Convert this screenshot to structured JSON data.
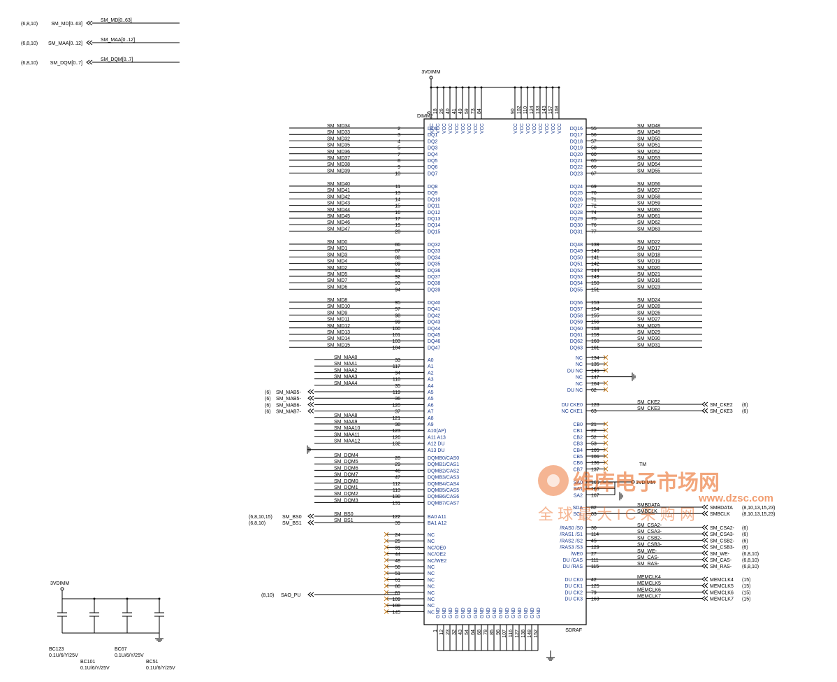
{
  "buses": [
    {
      "ref": "(6,8,10)",
      "name": "SM_MD[0..63]",
      "label": "SM_MD[0..63]"
    },
    {
      "ref": "(6,8,10)",
      "name": "SM_MAA[0..12]",
      "label": "SM_MAA[0..12]"
    },
    {
      "ref": "(6,8,10)",
      "name": "SM_DQM[0..7]",
      "label": "SM_DQM[0..7]"
    }
  ],
  "power_net": "3VDIMM",
  "chip": {
    "ref": "DIMM2",
    "type": "SDRAF"
  },
  "vcc_top": [
    {
      "pin": "6",
      "label": "VCC"
    },
    {
      "pin": "18",
      "label": "VCC"
    },
    {
      "pin": "26",
      "label": "VCC"
    },
    {
      "pin": "40",
      "label": "VCC"
    },
    {
      "pin": "41",
      "label": "VCC"
    },
    {
      "pin": "49",
      "label": "VCC"
    },
    {
      "pin": "59",
      "label": "VCC"
    },
    {
      "pin": "73",
      "label": "VCC"
    },
    {
      "pin": "84",
      "label": "VCC"
    },
    {
      "pin": "90",
      "label": "VCC"
    },
    {
      "pin": "102",
      "label": "VCC"
    },
    {
      "pin": "110",
      "label": "VCC"
    },
    {
      "pin": "124",
      "label": "VCC"
    },
    {
      "pin": "133",
      "label": "VCC"
    },
    {
      "pin": "143",
      "label": "VCC"
    },
    {
      "pin": "157",
      "label": "VCC"
    },
    {
      "pin": "168",
      "label": "VCC"
    }
  ],
  "gnd_bottom": [
    {
      "pin": "1",
      "label": "GND"
    },
    {
      "pin": "12",
      "label": "GND"
    },
    {
      "pin": "23",
      "label": "GND"
    },
    {
      "pin": "32",
      "label": "GND"
    },
    {
      "pin": "43",
      "label": "GND"
    },
    {
      "pin": "54",
      "label": "GND"
    },
    {
      "pin": "64",
      "label": "GND"
    },
    {
      "pin": "68",
      "label": "GND"
    },
    {
      "pin": "78",
      "label": "GND"
    },
    {
      "pin": "85",
      "label": "GND"
    },
    {
      "pin": "96",
      "label": "GND"
    },
    {
      "pin": "107",
      "label": "GND"
    },
    {
      "pin": "116",
      "label": "GND"
    },
    {
      "pin": "127",
      "label": "GND"
    },
    {
      "pin": "138",
      "label": "GND"
    },
    {
      "pin": "148",
      "label": "GND"
    },
    {
      "pin": "152",
      "label": "GND"
    }
  ],
  "left_groups": [
    [
      {
        "net": "SM_MD34",
        "pin": "2",
        "label": "DQ0"
      },
      {
        "net": "SM_MD33",
        "pin": "3",
        "label": "DQ1"
      },
      {
        "net": "SM_MD32",
        "pin": "4",
        "label": "DQ2"
      },
      {
        "net": "SM_MD35",
        "pin": "5",
        "label": "DQ3"
      },
      {
        "net": "SM_MD36",
        "pin": "7",
        "label": "DQ4"
      },
      {
        "net": "SM_MD37",
        "pin": "8",
        "label": "DQ5"
      },
      {
        "net": "SM_MD38",
        "pin": "9",
        "label": "DQ6"
      },
      {
        "net": "SM_MD39",
        "pin": "10",
        "label": "DQ7"
      }
    ],
    [
      {
        "net": "SM_MD40",
        "pin": "11",
        "label": "DQ8"
      },
      {
        "net": "SM_MD41",
        "pin": "13",
        "label": "DQ9"
      },
      {
        "net": "SM_MD42",
        "pin": "14",
        "label": "DQ10"
      },
      {
        "net": "SM_MD43",
        "pin": "15",
        "label": "DQ11"
      },
      {
        "net": "SM_MD44",
        "pin": "16",
        "label": "DQ12"
      },
      {
        "net": "SM_MD45",
        "pin": "17",
        "label": "DQ13"
      },
      {
        "net": "SM_MD46",
        "pin": "19",
        "label": "DQ14"
      },
      {
        "net": "SM_MD47",
        "pin": "20",
        "label": "DQ15"
      }
    ],
    [
      {
        "net": "SM_MD0",
        "pin": "86",
        "label": "DQ32"
      },
      {
        "net": "SM_MD1",
        "pin": "87",
        "label": "DQ33"
      },
      {
        "net": "SM_MD3",
        "pin": "88",
        "label": "DQ34"
      },
      {
        "net": "SM_MD4",
        "pin": "89",
        "label": "DQ35"
      },
      {
        "net": "SM_MD2",
        "pin": "91",
        "label": "DQ36"
      },
      {
        "net": "SM_MD5",
        "pin": "92",
        "label": "DQ37"
      },
      {
        "net": "SM_MD7",
        "pin": "93",
        "label": "DQ38"
      },
      {
        "net": "SM_MD6",
        "pin": "94",
        "label": "DQ39"
      }
    ],
    [
      {
        "net": "SM_MD8",
        "pin": "95",
        "label": "DQ40"
      },
      {
        "net": "SM_MD10",
        "pin": "97",
        "label": "DQ41"
      },
      {
        "net": "SM_MD9",
        "pin": "98",
        "label": "DQ42"
      },
      {
        "net": "SM_MD11",
        "pin": "99",
        "label": "DQ43"
      },
      {
        "net": "SM_MD12",
        "pin": "100",
        "label": "DQ44"
      },
      {
        "net": "SM_MD13",
        "pin": "101",
        "label": "DQ45"
      },
      {
        "net": "SM_MD14",
        "pin": "103",
        "label": "DQ46"
      },
      {
        "net": "SM_MD15",
        "pin": "104",
        "label": "DQ47"
      }
    ]
  ],
  "addr_pins": [
    {
      "ref": "",
      "net": "SM_MAA0",
      "pin": "33",
      "label": "A0"
    },
    {
      "ref": "",
      "net": "SM_MAA1",
      "pin": "117",
      "label": "A1"
    },
    {
      "ref": "",
      "net": "SM_MAA2",
      "pin": "34",
      "label": "A2"
    },
    {
      "ref": "",
      "net": "SM_MAA3",
      "pin": "118",
      "label": "A3"
    },
    {
      "ref": "",
      "net": "SM_MAA4",
      "pin": "35",
      "label": "A4"
    },
    {
      "ref": "(6)",
      "net": "SM_MAB5-",
      "pin": "119",
      "label": "A5"
    },
    {
      "ref": "(6)",
      "net": "SM_MAB5-",
      "pin": "36",
      "label": "A5"
    },
    {
      "ref": "(6)",
      "net": "SM_MAB6-",
      "pin": "120",
      "label": "A6"
    },
    {
      "ref": "(6)",
      "net": "SM_MAB7-",
      "pin": "37",
      "label": "A7"
    },
    {
      "ref": "",
      "net": "SM_MAA8",
      "pin": "121",
      "label": "A8"
    },
    {
      "ref": "",
      "net": "SM_MAA9",
      "pin": "38",
      "label": "A9"
    },
    {
      "ref": "",
      "net": "SM_MAA10",
      "pin": "123",
      "label": "A10(AP)"
    },
    {
      "ref": "",
      "net": "SM_MAA11",
      "pin": "126",
      "label": "A11 A13"
    },
    {
      "ref": "",
      "net": "SM_MAA12",
      "pin": "132",
      "label": "A12 DU"
    },
    {
      "ref": "",
      "net": "",
      "pin": "",
      "label": "A13 DU"
    }
  ],
  "dqm_pins": [
    {
      "net": "SM_DQM4",
      "pin": "28",
      "label": "DQMB0/CAS0"
    },
    {
      "net": "SM_DQM5",
      "pin": "29",
      "label": "DQMB1/CAS1"
    },
    {
      "net": "SM_DQM6",
      "pin": "46",
      "label": "DQMB2/CAS2"
    },
    {
      "net": "SM_DQM7",
      "pin": "47",
      "label": "DQMB3/CAS3"
    },
    {
      "net": "SM_DQM0",
      "pin": "112",
      "label": "DQMB4/CAS4"
    },
    {
      "net": "SM_DQM1",
      "pin": "113",
      "label": "DQMB5/CAS5"
    },
    {
      "net": "SM_DQM2",
      "pin": "130",
      "label": "DQMB6/CAS6"
    },
    {
      "net": "SM_DQM3",
      "pin": "131",
      "label": "DQMB7/CAS7"
    }
  ],
  "ba_pins": [
    {
      "ref": "(6,8,10,15)",
      "net": "SM_BS0",
      "pin": "122",
      "label": "BA0 A11"
    },
    {
      "ref": "(6,8,10)",
      "net": "SM_BS1",
      "pin": "39",
      "label": "BA1 A12"
    }
  ],
  "left_nc": [
    {
      "pin": "24",
      "label": "NC"
    },
    {
      "pin": "25",
      "label": "NC"
    },
    {
      "pin": "31",
      "label": "NC/OE0"
    },
    {
      "pin": "44",
      "label": "NC/OE2"
    },
    {
      "pin": "48",
      "label": "NC/WE2"
    },
    {
      "pin": "50",
      "label": "NC"
    },
    {
      "pin": "51",
      "label": "NC"
    },
    {
      "pin": "61",
      "label": "NC"
    },
    {
      "pin": "80",
      "label": "NC"
    },
    {
      "pin": "81",
      "label": "NC"
    },
    {
      "pin": "109",
      "label": "NC"
    },
    {
      "pin": "108",
      "label": "NC"
    },
    {
      "pin": "145",
      "label": "NC"
    }
  ],
  "sao_pu": {
    "ref": "(8,10)",
    "net": "SAO_PU"
  },
  "right_groups": [
    [
      {
        "net": "SM_MD48",
        "pin": "55",
        "label": "DQ16"
      },
      {
        "net": "SM_MD49",
        "pin": "56",
        "label": "DQ17"
      },
      {
        "net": "SM_MD50",
        "pin": "57",
        "label": "DQ18"
      },
      {
        "net": "SM_MD51",
        "pin": "58",
        "label": "DQ19"
      },
      {
        "net": "SM_MD52",
        "pin": "60",
        "label": "DQ20"
      },
      {
        "net": "SM_MD53",
        "pin": "65",
        "label": "DQ21"
      },
      {
        "net": "SM_MD54",
        "pin": "66",
        "label": "DQ22"
      },
      {
        "net": "SM_MD55",
        "pin": "67",
        "label": "DQ23"
      }
    ],
    [
      {
        "net": "SM_MD56",
        "pin": "69",
        "label": "DQ24"
      },
      {
        "net": "SM_MD57",
        "pin": "70",
        "label": "DQ25"
      },
      {
        "net": "SM_MD58",
        "pin": "71",
        "label": "DQ26"
      },
      {
        "net": "SM_MD59",
        "pin": "72",
        "label": "DQ27"
      },
      {
        "net": "SM_MD60",
        "pin": "74",
        "label": "DQ28"
      },
      {
        "net": "SM_MD61",
        "pin": "75",
        "label": "DQ29"
      },
      {
        "net": "SM_MD62",
        "pin": "76",
        "label": "DQ30"
      },
      {
        "net": "SM_MD63",
        "pin": "77",
        "label": "DQ31"
      }
    ],
    [
      {
        "net": "SM_MD22",
        "pin": "139",
        "label": "DQ48"
      },
      {
        "net": "SM_MD17",
        "pin": "140",
        "label": "DQ49"
      },
      {
        "net": "SM_MD18",
        "pin": "141",
        "label": "DQ50"
      },
      {
        "net": "SM_MD19",
        "pin": "142",
        "label": "DQ51"
      },
      {
        "net": "SM_MD20",
        "pin": "144",
        "label": "DQ52"
      },
      {
        "net": "SM_MD21",
        "pin": "149",
        "label": "DQ53"
      },
      {
        "net": "SM_MD16",
        "pin": "150",
        "label": "DQ54"
      },
      {
        "net": "SM_MD23",
        "pin": "151",
        "label": "DQ55"
      }
    ],
    [
      {
        "net": "SM_MD24",
        "pin": "153",
        "label": "DQ56"
      },
      {
        "net": "SM_MD28",
        "pin": "154",
        "label": "DQ57"
      },
      {
        "net": "SM_MD26",
        "pin": "155",
        "label": "DQ58"
      },
      {
        "net": "SM_MD27",
        "pin": "156",
        "label": "DQ59"
      },
      {
        "net": "SM_MD25",
        "pin": "158",
        "label": "DQ60"
      },
      {
        "net": "SM_MD29",
        "pin": "159",
        "label": "DQ61"
      },
      {
        "net": "SM_MD30",
        "pin": "160",
        "label": "DQ62"
      },
      {
        "net": "SM_MD31",
        "pin": "161",
        "label": "DQ63"
      }
    ]
  ],
  "right_nc": [
    {
      "pin": "134",
      "label": "NC"
    },
    {
      "pin": "135",
      "label": "NC"
    },
    {
      "pin": "146",
      "label": "DU NC"
    },
    {
      "pin": "147",
      "label": "NC"
    },
    {
      "pin": "164",
      "label": "NC"
    },
    {
      "pin": "62",
      "label": "DU NC"
    }
  ],
  "cke_pins": [
    {
      "pin": "128",
      "label": "DU CKE0",
      "net": "SM_CKE2",
      "off": "SM_CKE2",
      "ref": "(6)"
    },
    {
      "pin": "63",
      "label": "NC CKE1",
      "net": "SM_CKE3",
      "off": "SM_CKE3",
      "ref": "(6)"
    }
  ],
  "cb_pins": [
    {
      "pin": "21",
      "label": "CB0"
    },
    {
      "pin": "22",
      "label": "CB1"
    },
    {
      "pin": "52",
      "label": "CB2"
    },
    {
      "pin": "53",
      "label": "CB3"
    },
    {
      "pin": "105",
      "label": "CB4"
    },
    {
      "pin": "106",
      "label": "CB5"
    },
    {
      "pin": "136",
      "label": "CB6"
    },
    {
      "pin": "137",
      "label": "CB7"
    }
  ],
  "sa_pins": [
    {
      "pin": "165",
      "label": "SA0"
    },
    {
      "pin": "166",
      "label": "SA1"
    },
    {
      "pin": "167",
      "label": "SA2"
    }
  ],
  "sa_net": "3VDIMM",
  "smb_pins": [
    {
      "pin": "82",
      "label": "SDA",
      "net": "SMBDATA",
      "off": "SMBDATA",
      "ref": "(8,10,13,15,23)"
    },
    {
      "pin": "83",
      "label": "SCL",
      "net": "SMBCLK",
      "off": "SMBCLK",
      "ref": "(8,10,13,15,23)"
    }
  ],
  "ctrl_pins": [
    {
      "pin": "30",
      "label": "/RAS0 /S0",
      "net": "SM_CSA2-",
      "off": "SM_CSA2-",
      "ref": "(6)"
    },
    {
      "pin": "114",
      "label": "/RAS1 /S1",
      "net": "SM_CSA3-",
      "off": "SM_CSA3-",
      "ref": "(6)"
    },
    {
      "pin": "45",
      "label": "/RAS2 /S2",
      "net": "SM_CSB2-",
      "off": "SM_CSB2-",
      "ref": "(6)"
    },
    {
      "pin": "129",
      "label": "/RAS3 /S3",
      "net": "SM_CSB3-",
      "off": "SM_CSB3-",
      "ref": "(6)"
    },
    {
      "pin": "27",
      "label": "/WE0",
      "net": "SM_WE-",
      "off": "SM_WE-",
      "ref": "(6,8,10)"
    },
    {
      "pin": "111",
      "label": "DU /CAS",
      "net": "SM_CAS-",
      "off": "SM_CAS-",
      "ref": "(6,8,10)"
    },
    {
      "pin": "115",
      "label": "DU /RAS",
      "net": "SM_RAS-",
      "off": "SM_RAS-",
      "ref": "(6,8,10)"
    }
  ],
  "clk_pins": [
    {
      "pin": "42",
      "label": "DU CK0",
      "net": "MEMCLK4",
      "off": "MEMCLK4",
      "ref": "(15)"
    },
    {
      "pin": "125",
      "label": "DU CK1",
      "net": "MEMCLK5",
      "off": "MEMCLK5",
      "ref": "(15)"
    },
    {
      "pin": "79",
      "label": "DU CK2",
      "net": "MEMCLK6",
      "off": "MEMCLK6",
      "ref": "(15)"
    },
    {
      "pin": "163",
      "label": "DU CK3",
      "net": "MEMCLK7",
      "off": "MEMCLK7",
      "ref": "(15)"
    }
  ],
  "caps": [
    {
      "ref": "BC123",
      "value": "0.1U/6/Y/25V"
    },
    {
      "ref": "BC101",
      "value": "0.1U/6/Y/25V"
    },
    {
      "ref": "BC67",
      "value": "0.1U/6/Y/25V"
    },
    {
      "ref": "BC51",
      "value": "0.1U/6/Y/25V"
    }
  ],
  "watermark": {
    "brand": "维库电子市场网",
    "url": "www.dzsc.com",
    "slogan": "全 球 最 大 I C 采 购 网",
    "tm": "TM",
    "color": "#e85c10"
  }
}
